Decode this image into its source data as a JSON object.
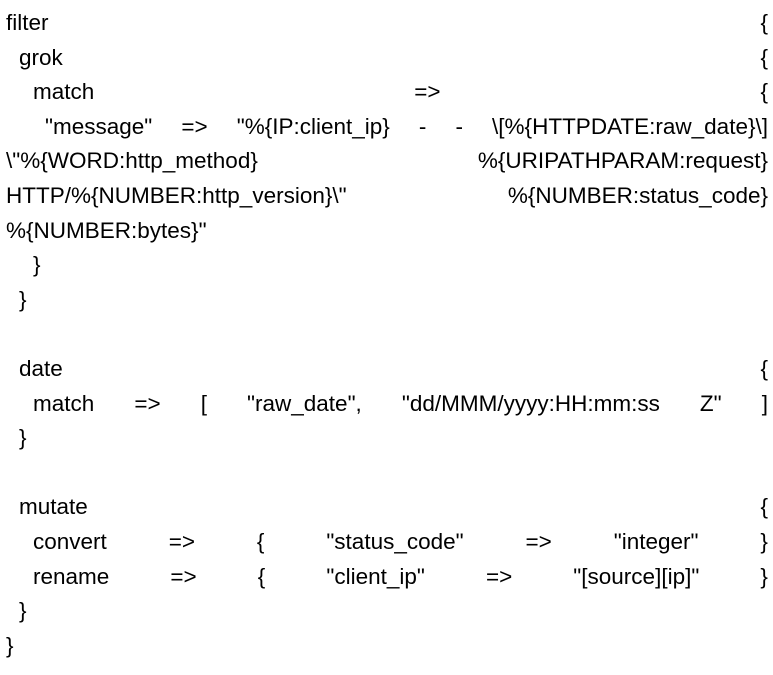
{
  "lines": [
    {
      "indent": 0,
      "tokens": [
        "filter",
        "{"
      ]
    },
    {
      "indent": 1,
      "tokens": [
        "grok",
        "{"
      ]
    },
    {
      "indent": 2,
      "tokens": [
        "match",
        "=>",
        "{"
      ]
    },
    {
      "indent": 3,
      "tokens": [
        "\"message\"",
        "=>",
        "\"%{IP:client_ip}",
        "-",
        "-",
        "\\[%{HTTPDATE:raw_date}\\]"
      ]
    },
    {
      "indent": 0,
      "tokens": [
        "\\\"%{WORD:http_method}",
        "%{URIPATHPARAM:request}"
      ]
    },
    {
      "indent": 0,
      "tokens": [
        "HTTP/%{NUMBER:http_version}\\\"",
        "%{NUMBER:status_code}"
      ]
    },
    {
      "indent": 0,
      "tokens": [
        "%{NUMBER:bytes}\""
      ],
      "left": true
    },
    {
      "indent": 2,
      "tokens": [
        "}"
      ],
      "left": true
    },
    {
      "indent": 1,
      "tokens": [
        "}"
      ],
      "left": true
    },
    {
      "blank": true
    },
    {
      "indent": 1,
      "tokens": [
        "date",
        "{"
      ]
    },
    {
      "indent": 2,
      "tokens": [
        "match",
        "=>",
        "[",
        "\"raw_date\",",
        "\"dd/MMM/yyyy:HH:mm:ss",
        "Z\"",
        "]"
      ]
    },
    {
      "indent": 1,
      "tokens": [
        "}"
      ],
      "left": true
    },
    {
      "blank": true
    },
    {
      "indent": 1,
      "tokens": [
        "mutate",
        "{"
      ]
    },
    {
      "indent": 2,
      "tokens": [
        "convert",
        "=>",
        "{",
        "\"status_code\"",
        "=>",
        "\"integer\"",
        "}"
      ]
    },
    {
      "indent": 2,
      "tokens": [
        "rename",
        "=>",
        "{",
        "\"client_ip\"",
        "=>",
        "\"[source][ip]\"",
        "}"
      ]
    },
    {
      "indent": 1,
      "tokens": [
        "}"
      ],
      "left": true
    },
    {
      "indent": 0,
      "tokens": [
        "}"
      ],
      "left": true
    }
  ]
}
